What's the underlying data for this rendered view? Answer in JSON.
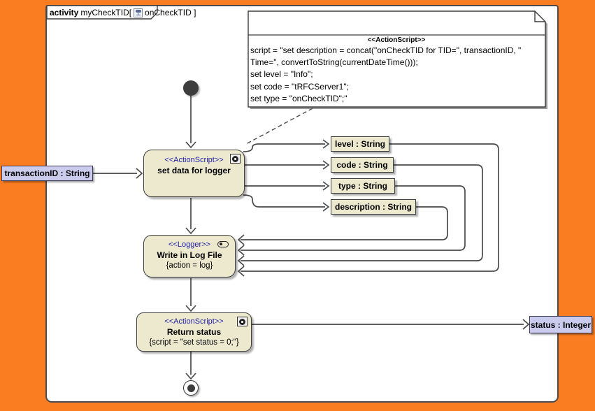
{
  "colors": {
    "background_orange": "#FB7D22",
    "node_fill": "#ECE9CF",
    "stereotype_blue": "#2323A8",
    "parameter_fill": "#CBCBEE",
    "connector": "#4A4A4A"
  },
  "frame": {
    "keyword": "activity",
    "title_left": "myCheckTID[",
    "title_right": "onCheckTID ]"
  },
  "note": {
    "stereotype": "<<ActionScript>>",
    "lines": [
      "script = \"set description = concat(\"onCheckTID for TID=\", transactionID, \"",
      "Time=\", convertToString(currentDateTime()));",
      "set level = \"Info\";",
      "set code = \"tRFCServer1\";",
      "set type = \"onCheckTID\";\""
    ]
  },
  "nodes": {
    "set_data": {
      "stereotype": "<<ActionScript>>",
      "name": "set data for logger"
    },
    "logger": {
      "stereotype": "<<Logger>>",
      "name": "Write in Log File",
      "constraint": "{action = log}"
    },
    "return_status": {
      "stereotype": "<<ActionScript>>",
      "name": "Return status",
      "constraint": "{script = \"set status = 0;\"}"
    }
  },
  "parameters": {
    "input": "transactionID : String",
    "output": "status : Integer"
  },
  "pins": [
    {
      "label": "level : String"
    },
    {
      "label": "code : String"
    },
    {
      "label": "type : String"
    },
    {
      "label": "description : String"
    }
  ]
}
